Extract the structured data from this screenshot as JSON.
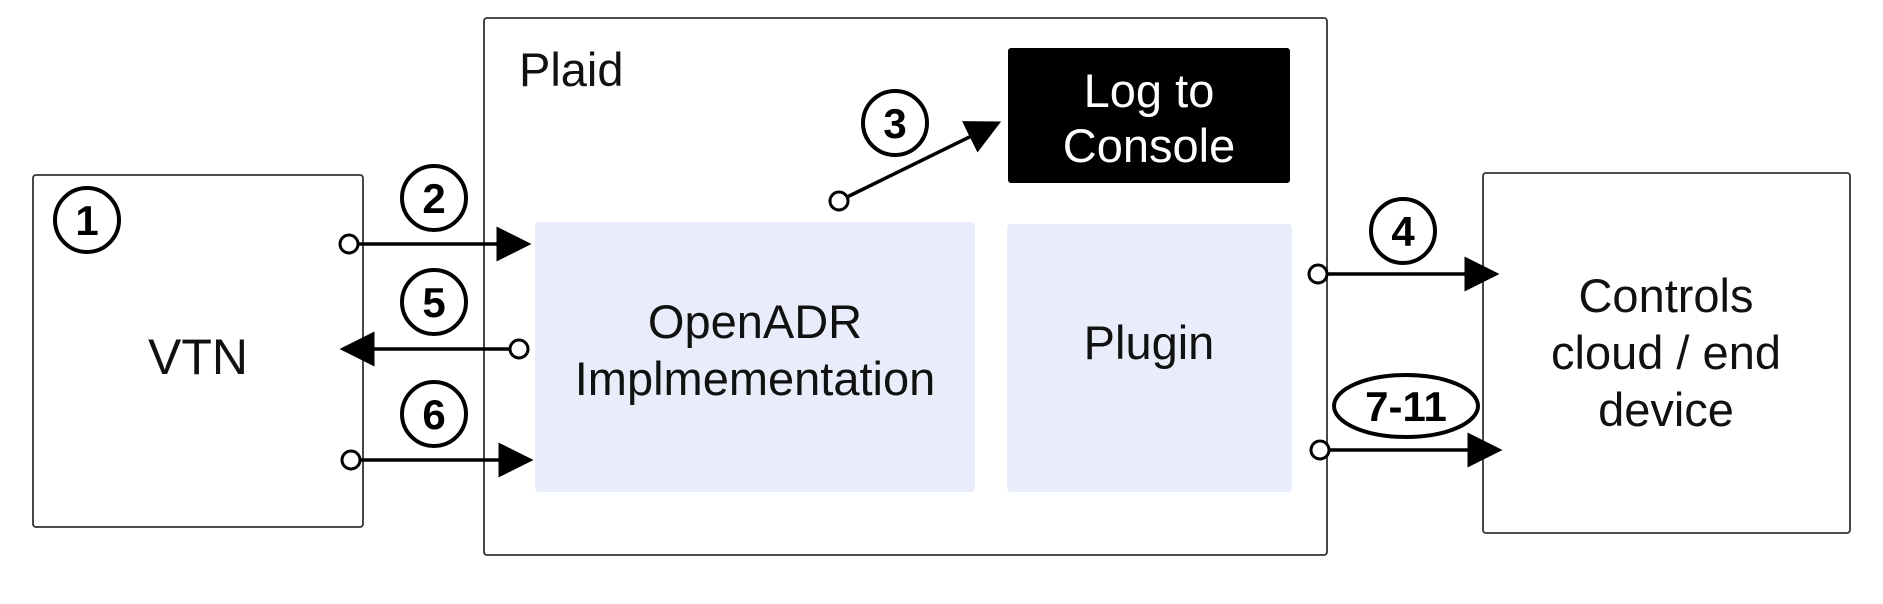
{
  "nodes": {
    "vtn": {
      "label": "VTN",
      "badge": "1"
    },
    "plaid": {
      "label": "Plaid"
    },
    "openadr": {
      "line1": "OpenADR",
      "line2": "Implmementation"
    },
    "plugin": {
      "label": "Plugin"
    },
    "log": {
      "line1": "Log to",
      "line2": "Console"
    },
    "controls": {
      "line1": "Controls",
      "line2": "cloud / end",
      "line3": "device"
    }
  },
  "steps": {
    "s2": "2",
    "s3": "3",
    "s4": "4",
    "s5": "5",
    "s6": "6",
    "s7_11": "7-11"
  },
  "colors": {
    "inner_fill": "#e9ecfb",
    "log_fill": "#000000",
    "stroke": "#000000"
  }
}
